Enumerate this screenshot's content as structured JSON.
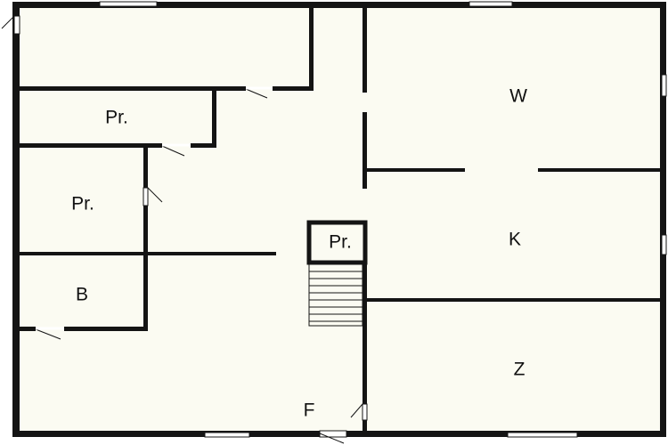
{
  "colors": {
    "floor": "#fbfbf2",
    "wall": "#141414",
    "background": "#ffffff"
  },
  "rooms": {
    "storage_upper": "Pr.",
    "storage_middle": "Pr.",
    "bathroom": "B",
    "living_room": "W",
    "kitchen": "K",
    "storage_stairs": "Pr.",
    "room_z": "Z",
    "hallway": "F"
  }
}
